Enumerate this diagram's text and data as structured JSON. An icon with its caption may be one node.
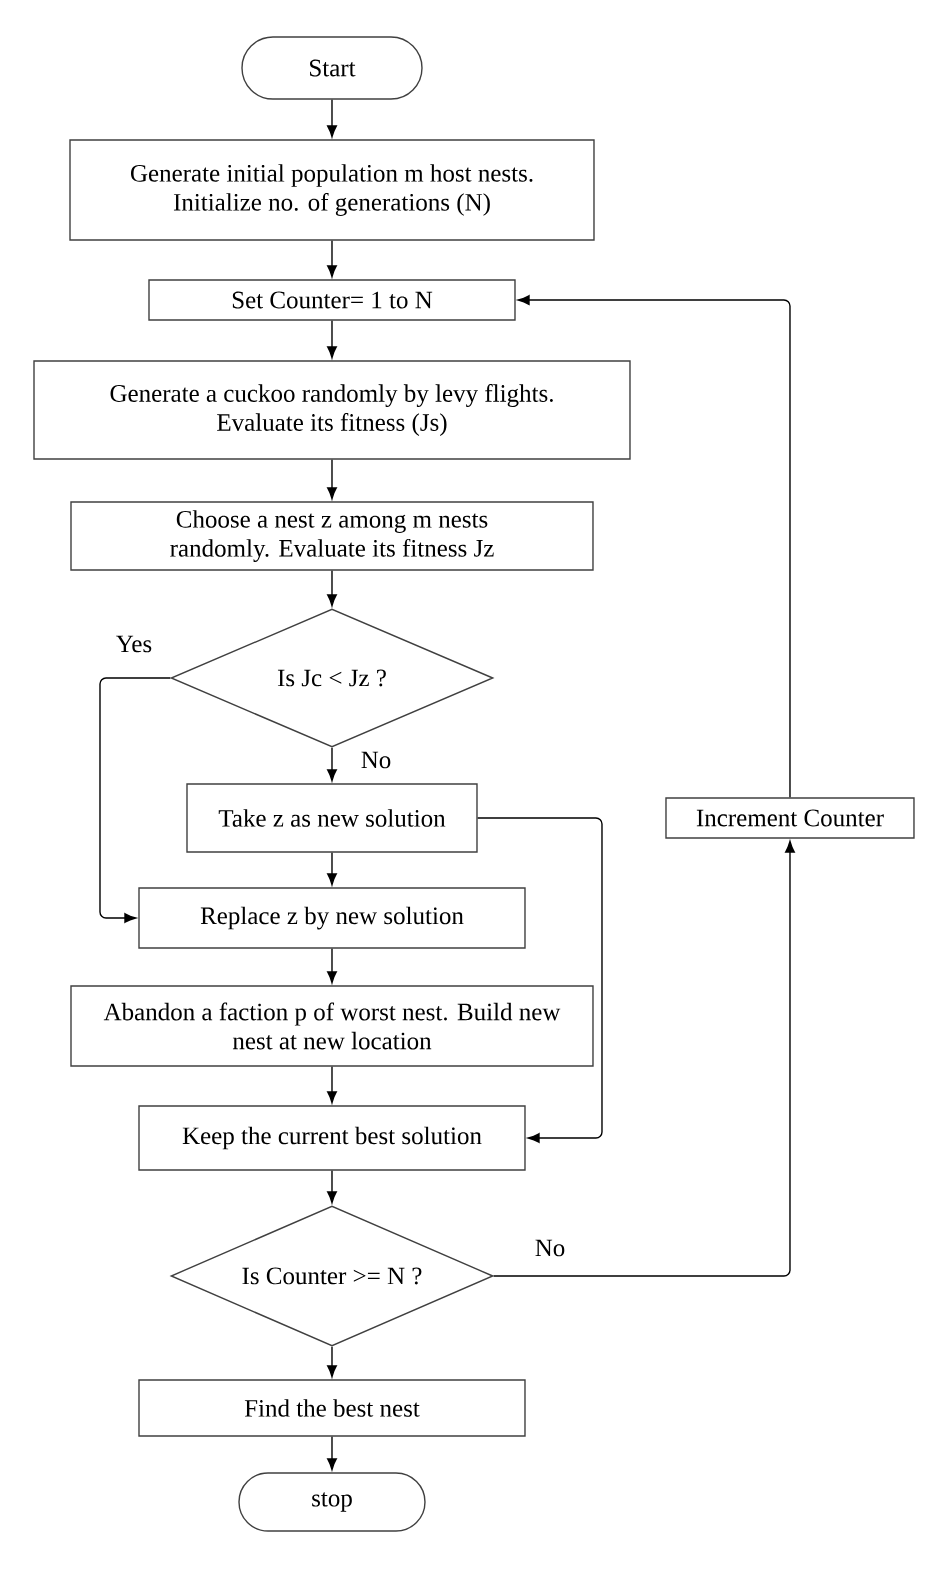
{
  "diagram": {
    "nodes": [
      {
        "text": [
          "Start"
        ]
      },
      {
        "text": [
          "Generate initial population m host nests. Initialize no. of generations (N)"
        ]
      },
      {
        "text": [
          "Set Counter= 1 to N"
        ]
      },
      {
        "text": [
          "Generate a cuckoo randomly by levy flights. Evaluate its fitness (Js)"
        ]
      },
      {
        "text": [
          "Choose a nest z among m nests randomly. Evaluate its fitness Jz"
        ]
      },
      {
        "text": [
          "Is Jc < Jz ?"
        ]
      },
      {
        "text": [
          "Take z as new solution"
        ]
      },
      {
        "text": [
          "Replace z by new solution"
        ]
      },
      {
        "text": [
          "Abandon a faction p of worst nest. Build new nest at new location"
        ]
      },
      {
        "text": [
          "Keep the current best solution"
        ]
      },
      {
        "text": [
          "Is Counter >= N ?"
        ]
      },
      {
        "text": [
          "Find the best nest"
        ]
      },
      {
        "text": [
          "stop"
        ]
      },
      {
        "text": [
          "Increment Counter"
        ]
      }
    ],
    "edges": [
      {
        "from": 0,
        "to": 1,
        "arrow": "to"
      },
      {
        "from": 1,
        "to": 2,
        "arrow": "to"
      },
      {
        "from": 2,
        "to": 3,
        "arrow": "to"
      },
      {
        "from": 3,
        "to": 4,
        "arrow": "to"
      },
      {
        "from": 4,
        "to": 5,
        "arrow": "to"
      },
      {
        "from": 5,
        "to": 6,
        "arrow": "to",
        "label": "No"
      },
      {
        "from": 5,
        "to": 7,
        "arrow": "to",
        "label": "Yes"
      },
      {
        "from": 6,
        "to": 7,
        "arrow": "to"
      },
      {
        "from": 6,
        "to": 9,
        "arrow": "to"
      },
      {
        "from": 7,
        "to": 8,
        "arrow": "to"
      },
      {
        "from": 8,
        "to": 9,
        "arrow": "to"
      },
      {
        "from": 9,
        "to": 10,
        "arrow": "to"
      },
      {
        "from": 10,
        "to": 11,
        "arrow": "to"
      },
      {
        "from": 11,
        "to": 12,
        "arrow": "to"
      },
      {
        "from": 10,
        "to": 13,
        "arrow": "to",
        "label": "No"
      },
      {
        "from": 13,
        "to": 2,
        "arrow": "to"
      }
    ]
  }
}
